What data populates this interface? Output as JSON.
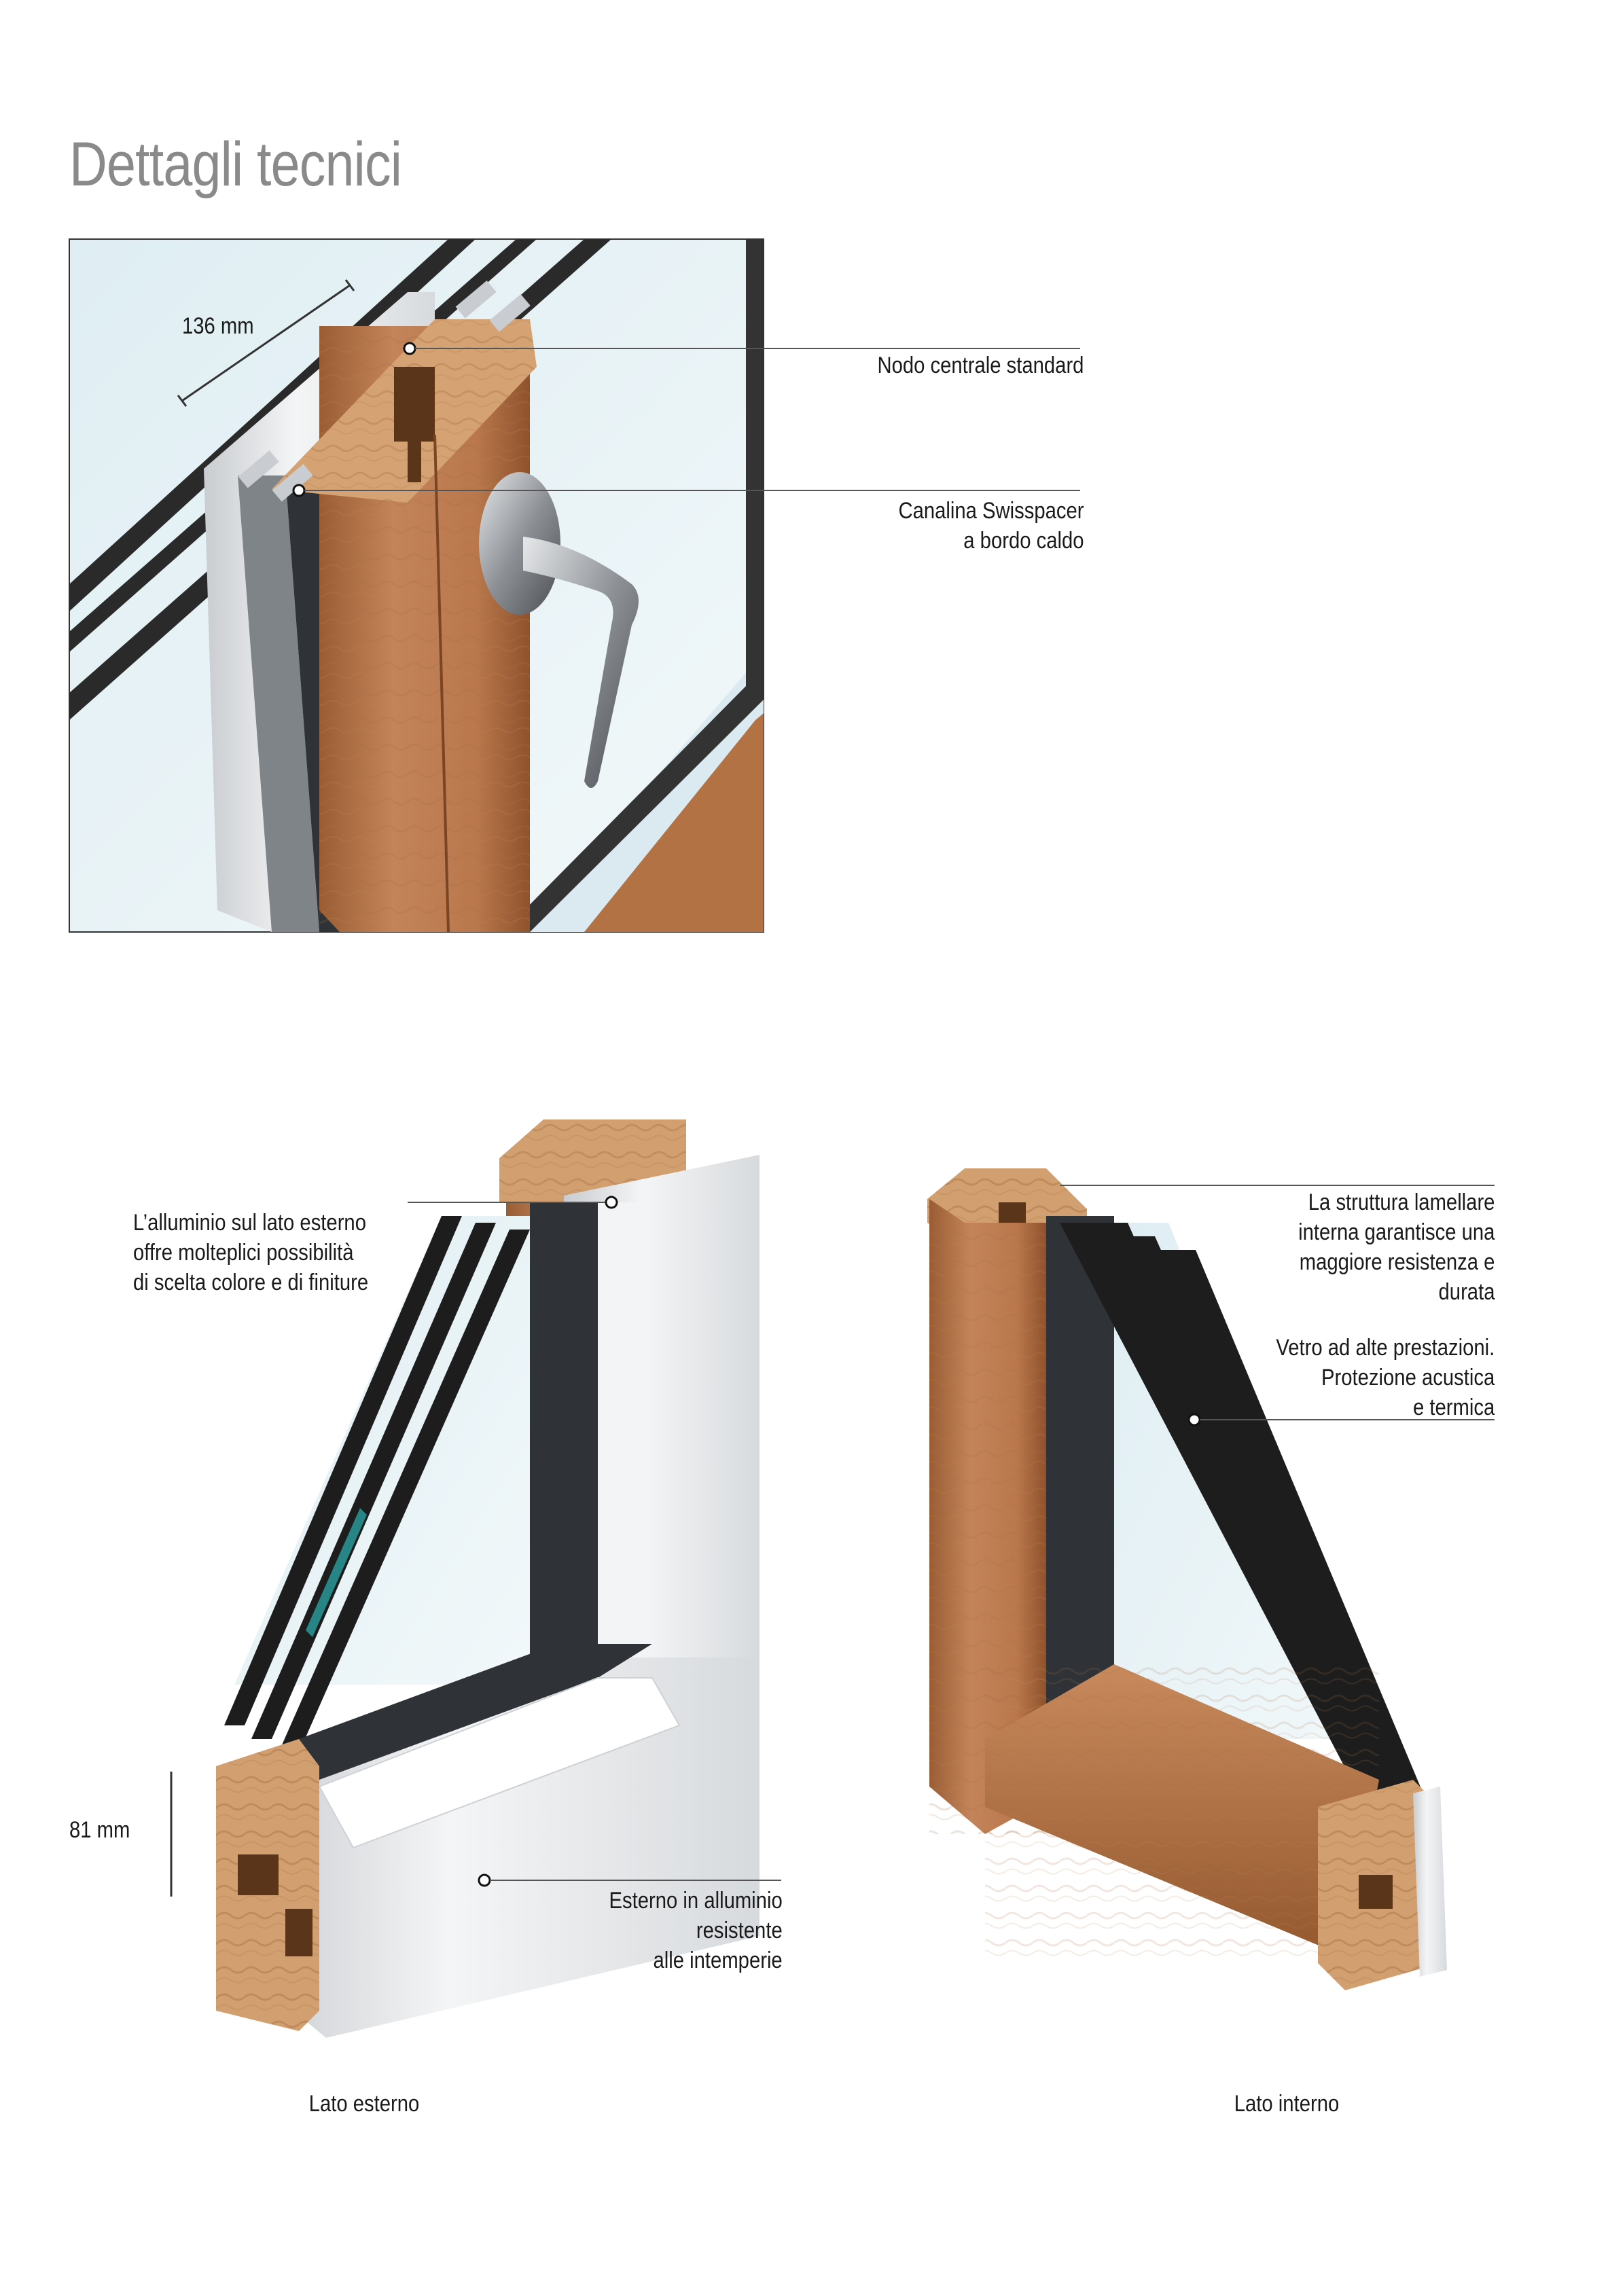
{
  "page": {
    "title": "Dettagli tecnici"
  },
  "top_figure": {
    "dimension": "136 mm",
    "callouts": [
      {
        "lines": [
          "Nodo centrale standard"
        ]
      },
      {
        "lines": [
          "Canalina Swisspacer",
          "a bordo caldo"
        ]
      }
    ]
  },
  "left_figure": {
    "dimension": "81 mm",
    "caption": "Lato esterno",
    "callouts": [
      {
        "lines": [
          "L’alluminio sul lato esterno",
          "offre molteplici possibilità",
          "di scelta colore e di finiture"
        ]
      },
      {
        "lines": [
          "Esterno in alluminio",
          "resistente",
          "alle intemperie"
        ]
      }
    ]
  },
  "right_figure": {
    "caption": "Lato interno",
    "callouts": [
      {
        "lines": [
          "La struttura lamellare",
          "interna garantisce una",
          "maggiore resistenza e",
          "durata"
        ]
      },
      {
        "lines": [
          "Vetro ad alte prestazioni.",
          "Protezione acustica",
          "e termica"
        ]
      }
    ]
  },
  "colors": {
    "wood": "#b8784a",
    "wood_dark": "#8a5430",
    "wood_end": "#d9a877",
    "aluminium": "#e9ebed",
    "glass": "#e6f2f6",
    "title_gray": "#8a8a8a"
  }
}
